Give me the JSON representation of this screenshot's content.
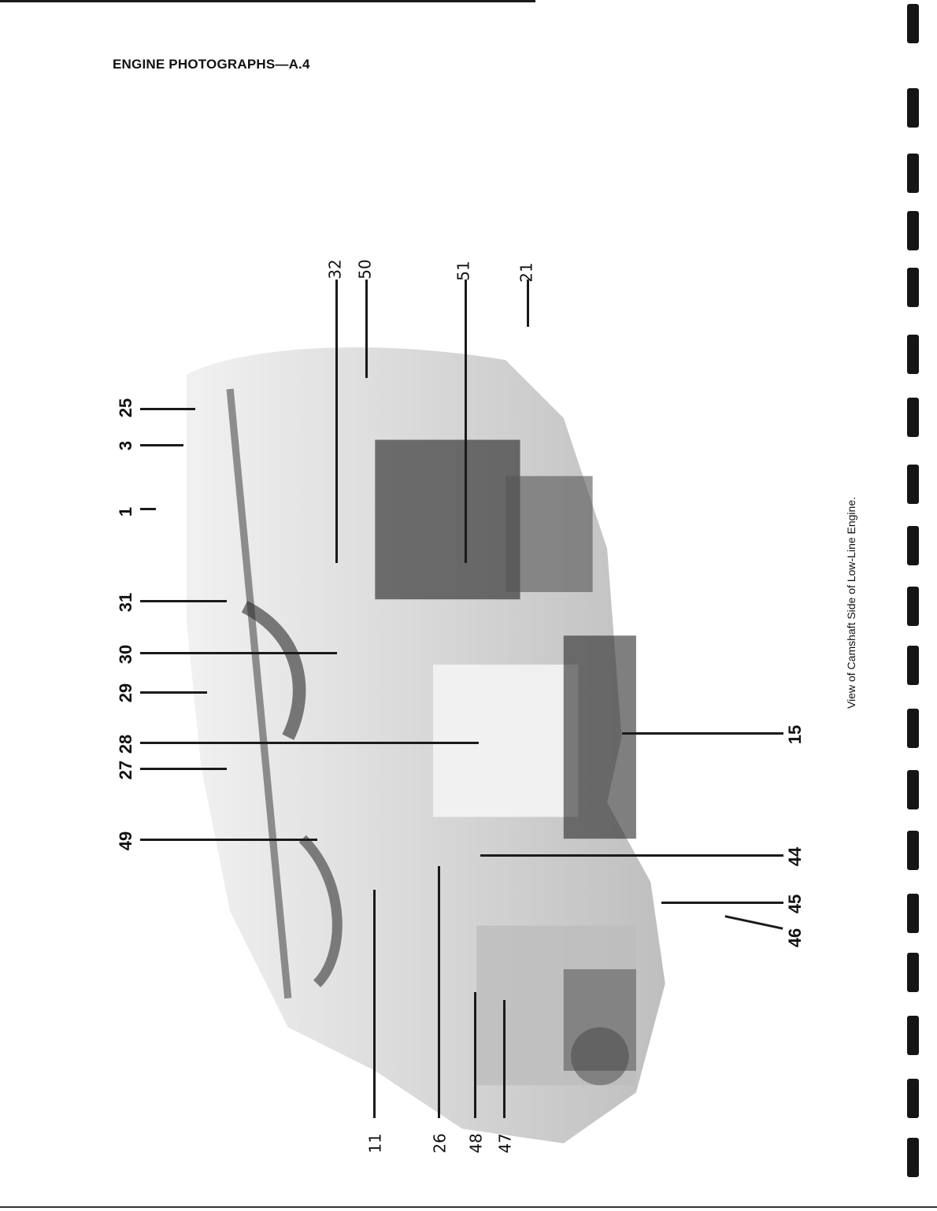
{
  "header": {
    "title": "ENGINE PHOTOGRAPHS—A.4"
  },
  "figure": {
    "caption": "View of Camshaft Side of Low-Line Engine.",
    "callouts_left": [
      "25",
      "3",
      "1",
      "31",
      "30",
      "29",
      "28",
      "27",
      "49"
    ],
    "callouts_top": [
      "32",
      "50",
      "51",
      "21"
    ],
    "callouts_right": [
      "15",
      "44",
      "45",
      "46"
    ],
    "callouts_bottom": [
      "11",
      "26",
      "48",
      "47"
    ]
  }
}
